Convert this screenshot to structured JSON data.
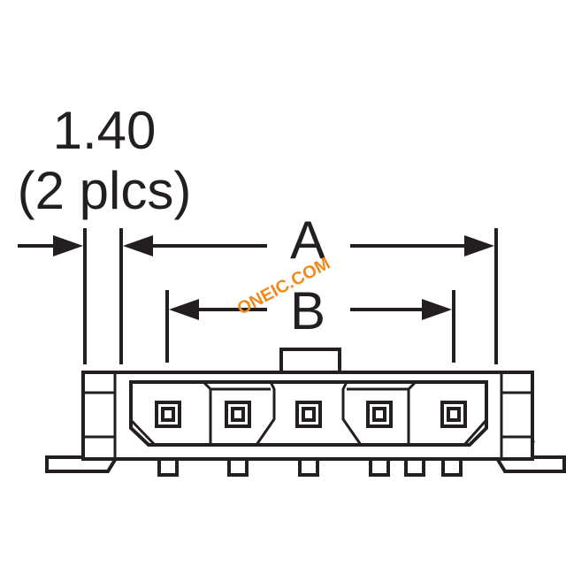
{
  "dimension_pitch": {
    "value": "1.40",
    "note": "(2 plcs)"
  },
  "dimension_a": {
    "label": "A"
  },
  "dimension_b": {
    "label": "B"
  },
  "watermark": {
    "text": "ONEIC.COM",
    "color": "#f08a1c"
  },
  "colors": {
    "line": "#231f20",
    "background": "#ffffff"
  },
  "connector": {
    "contact_count": 5
  }
}
